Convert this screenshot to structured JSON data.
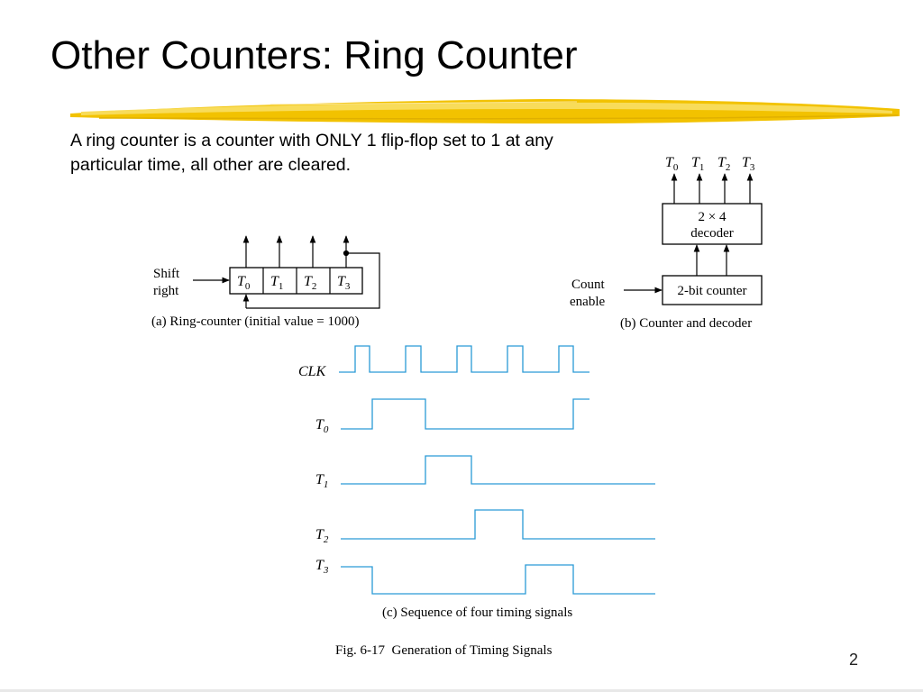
{
  "slide": {
    "title": "Other Counters: Ring Counter",
    "body": "A ring counter is a counter with ONLY 1 flip-flop set to 1 at any particular time, all other are cleared.",
    "page_number": "2",
    "accent_color": "#f2c200"
  },
  "figure": {
    "ring_counter": {
      "input_label_line1": "Shift",
      "input_label_line2": "right",
      "cells": [
        {
          "name": "T",
          "sub": "0"
        },
        {
          "name": "T",
          "sub": "1"
        },
        {
          "name": "T",
          "sub": "2"
        },
        {
          "name": "T",
          "sub": "3"
        }
      ],
      "caption": "(a) Ring-counter (initial value = 1000)"
    },
    "counter_decoder": {
      "outputs": [
        {
          "name": "T",
          "sub": "0"
        },
        {
          "name": "T",
          "sub": "1"
        },
        {
          "name": "T",
          "sub": "2"
        },
        {
          "name": "T",
          "sub": "3"
        }
      ],
      "decoder_line1": "2 × 4",
      "decoder_line2": "decoder",
      "counter_label": "2-bit counter",
      "input_label_line1": "Count",
      "input_label_line2": "enable",
      "caption": "(b) Counter and decoder"
    },
    "timing": {
      "signals": [
        {
          "name": "CLK",
          "sub": ""
        },
        {
          "name": "T",
          "sub": "0"
        },
        {
          "name": "T",
          "sub": "1"
        },
        {
          "name": "T",
          "sub": "2"
        },
        {
          "name": "T",
          "sub": "3"
        }
      ],
      "caption": "(c) Sequence of four timing signals",
      "waveform_color": "#2a9ad6"
    },
    "figure_caption": "Fig. 6-17  Generation of Timing Signals"
  }
}
